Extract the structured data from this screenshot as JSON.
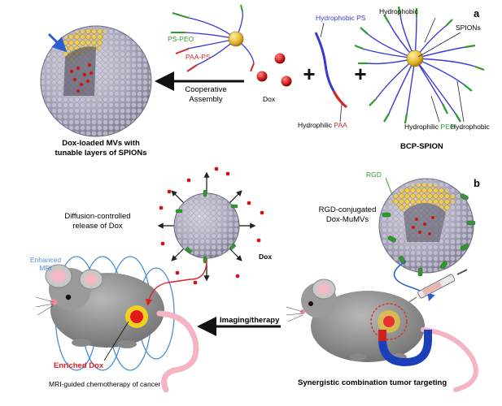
{
  "panels": {
    "a": {
      "letter": "a"
    },
    "b": {
      "letter": "b"
    }
  },
  "labels": {
    "hydrophobic_ps": "Hydrophobic PS",
    "hydrophilic_paa_prefix": "Hydrophilic",
    "paa": "PAA",
    "hydrophobic_top": "Hydrophobic",
    "spions": "SPIONs",
    "hydrophilic_peo_prefix": "Hydrophilic",
    "peo": "PEO",
    "hydrophobic_right": "Hydrophobic",
    "bcp_spion": "BCP-SPION",
    "ps_peo": "PS-PEO",
    "paa_ps": "PAA-PS",
    "dox": "Dox",
    "cooperative_assembly_1": "Cooperative",
    "cooperative_assembly_2": "Assembly",
    "dox_loaded_1": "Dox-loaded MVs with",
    "dox_loaded_2": "tunable layers of SPIONs",
    "rgd": "RGD",
    "rgd_conjugated_1": "RGD-conjugated",
    "rgd_conjugated_2": "Dox-MuMVs",
    "diffusion_1": "Diffusion-controlled",
    "diffusion_2": "release of Dox",
    "dox_release": "Dox",
    "enhanced_mri_1": "Enhanced",
    "enhanced_mri_2": "MRI",
    "enriched_dox": "Enriched Dox",
    "imaging_therapy": "Imaging/therapy",
    "mri_guided": "MRI-guided chemotherapy of cancer",
    "synergistic": "Synergistic combination tumor targeting"
  },
  "colors": {
    "ps": "#3a3ad8",
    "paa": "#d02a2a",
    "peo": "#2e9a2e",
    "spion": "#e8c030",
    "dox": "#c81818",
    "mouse": "#8a8a8a",
    "mri": "#4a8fd8",
    "text": "#222222"
  }
}
